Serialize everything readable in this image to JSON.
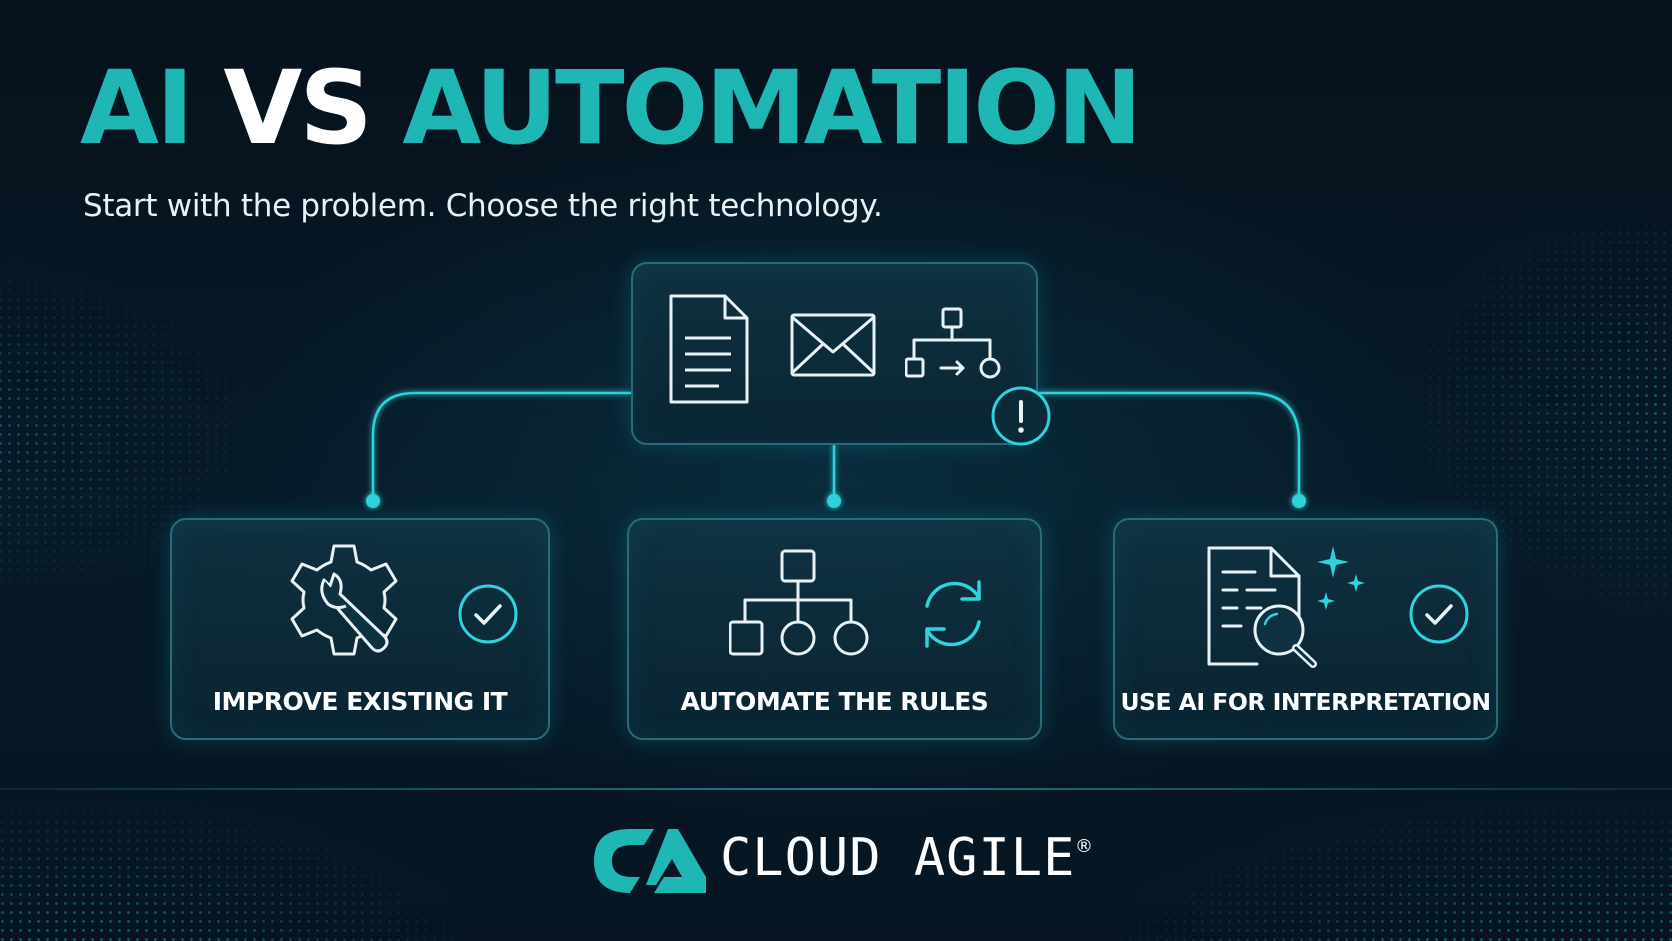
{
  "title": {
    "part1": "AI",
    "part2": "VS",
    "part3": "AUTOMATION"
  },
  "subtitle": "Start with the problem. Choose the right technology.",
  "problem_card": {
    "icons": [
      "document-icon",
      "envelope-icon",
      "process-flow-icon",
      "alert-icon"
    ]
  },
  "options": [
    {
      "label": "IMPROVE EXISTING IT",
      "icons": [
        "gear-wrench-icon",
        "check-circle-icon"
      ]
    },
    {
      "label": "AUTOMATE THE RULES",
      "icons": [
        "hierarchy-icon",
        "refresh-icon"
      ]
    },
    {
      "label": "USE AI FOR INTERPRETATION",
      "icons": [
        "document-search-sparkle-icon",
        "check-circle-icon"
      ]
    }
  ],
  "brand": {
    "name": "CLOUD AGILE",
    "registered": "®"
  },
  "colors": {
    "accent": "#1fb7b4",
    "line": "#2fd3da",
    "background": "#06141f",
    "card_border": "#2b6b78"
  }
}
